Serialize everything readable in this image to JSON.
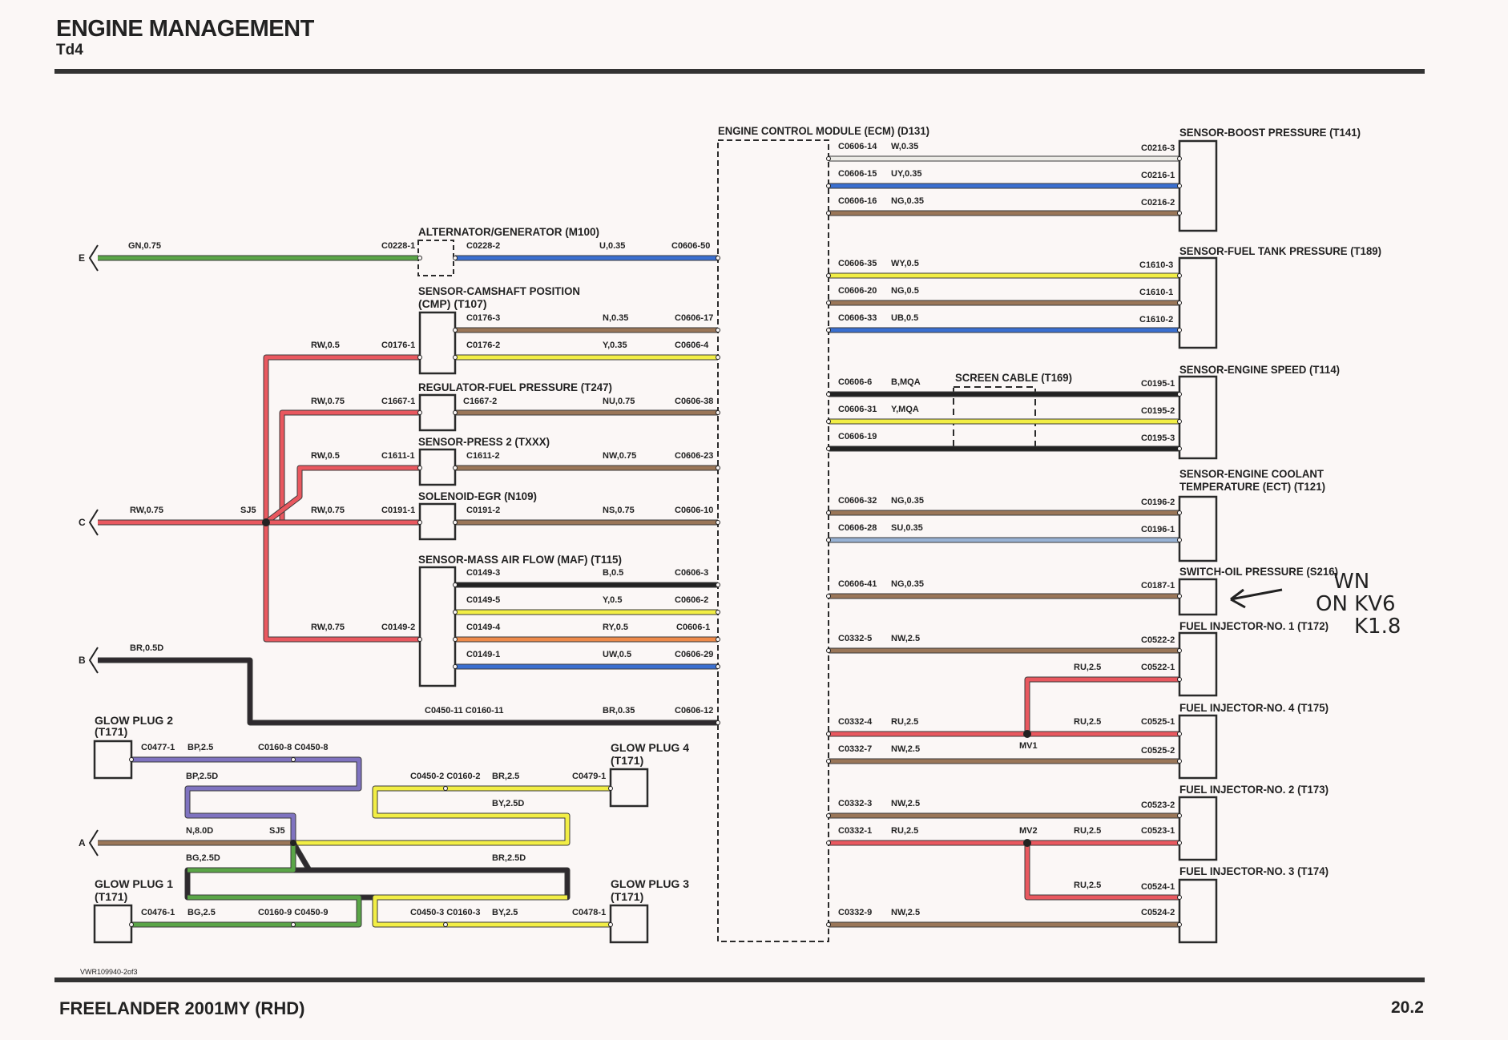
{
  "header": {
    "title": "ENGINE MANAGEMENT",
    "subtitle": "Td4"
  },
  "footer": {
    "model": "FREELANDER 2001MY (RHD)",
    "page": "20.2",
    "ref": "VWR109940-2of3"
  },
  "colors": {
    "G": "#5aa547",
    "U": "#3a6fd0",
    "W": "#ecebe6",
    "Y": "#f2ee45",
    "N": "#9a7658",
    "R": "#e9585f",
    "K": "#222222",
    "P": "#7f73c0",
    "B": "#2e2a2e",
    "S": "#98b2d4",
    "O": "#ee8a4a"
  },
  "components": {
    "ecm": "ENGINE CONTROL MODULE (ECM) (D131)",
    "alternator": "ALTERNATOR/GENERATOR (M100)",
    "camshaft1": "SENSOR-CAMSHAFT POSITION",
    "camshaft2": "(CMP) (T107)",
    "fuel_regulator": "REGULATOR-FUEL PRESSURE (T247)",
    "press2": "SENSOR-PRESS 2 (TXXX)",
    "egr": "SOLENOID-EGR (N109)",
    "maf": "SENSOR-MASS AIR FLOW (MAF) (T115)",
    "glow2a": "GLOW PLUG 2",
    "glow2b": "(T171)",
    "glow1a": "GLOW PLUG 1",
    "glow1b": "(T171)",
    "glow4a": "GLOW PLUG 4",
    "glow4b": "(T171)",
    "glow3a": "GLOW PLUG 3",
    "glow3b": "(T171)",
    "boost": "SENSOR-BOOST PRESSURE (T141)",
    "fuel_tank": "SENSOR-FUEL TANK PRESSURE (T189)",
    "engine_speed": "SENSOR-ENGINE SPEED (T114)",
    "screen_cable": "SCREEN CABLE (T169)",
    "coolant1": "SENSOR-ENGINE COOLANT",
    "coolant2": "TEMPERATURE (ECT) (T121)",
    "oil": "SWITCH-OIL PRESSURE (S216)",
    "inj1": "FUEL INJECTOR-NO. 1 (T172)",
    "inj4": "FUEL INJECTOR-NO. 4 (T175)",
    "inj2": "FUEL INJECTOR-NO. 2 (T173)",
    "inj3": "FUEL INJECTOR-NO. 3 (T174)"
  },
  "supplies": [
    "E",
    "C",
    "B",
    "A"
  ],
  "splices": [
    "SJ5",
    "SJ5",
    "MV1",
    "MV2"
  ],
  "handwritten_note": [
    "WN",
    "ON KV6",
    "K1.8"
  ],
  "left_wires": [
    {
      "color": "G",
      "labels": [
        "GN,0.75",
        "C0228-1"
      ]
    },
    {
      "color": "U",
      "labels": [
        "C0228-2",
        "U,0.35",
        "C0606-50"
      ]
    },
    {
      "color": "N",
      "labels": [
        "C0176-3",
        "N,0.35",
        "C0606-17"
      ]
    },
    {
      "color": "Y",
      "labels": [
        "C0176-2",
        "Y,0.35",
        "C0606-4"
      ]
    },
    {
      "color": "R",
      "labels": [
        "RW,0.5",
        "C0176-1"
      ]
    },
    {
      "color": "N",
      "labels": [
        "C1667-2",
        "NU,0.75",
        "C0606-38"
      ]
    },
    {
      "color": "R",
      "labels": [
        "RW,0.75",
        "C1667-1"
      ]
    },
    {
      "color": "N",
      "labels": [
        "C1611-2",
        "NW,0.75",
        "C0606-23"
      ]
    },
    {
      "color": "R",
      "labels": [
        "RW,0.5",
        "C1611-1"
      ]
    },
    {
      "color": "N",
      "labels": [
        "C0191-2",
        "NS,0.75",
        "C0606-10"
      ]
    },
    {
      "color": "R",
      "labels": [
        "RW,0.75",
        "C0191-1"
      ]
    },
    {
      "color": "R",
      "labels": [
        "RW,0.75"
      ]
    },
    {
      "color": "K",
      "labels": [
        "C0149-3",
        "B,0.5",
        "C0606-3"
      ]
    },
    {
      "color": "Y",
      "labels": [
        "C0149-5",
        "Y,0.5",
        "C0606-2"
      ]
    },
    {
      "color": "O",
      "labels": [
        "C0149-4",
        "RY,0.5",
        "C0606-1"
      ]
    },
    {
      "color": "U",
      "labels": [
        "C0149-1",
        "UW,0.5",
        "C0606-29"
      ]
    },
    {
      "color": "R",
      "labels": [
        "RW,0.75",
        "C0149-2"
      ]
    },
    {
      "color": "B",
      "labels": [
        "BR,0.5D",
        "C0450-11 C0160-11",
        "BR,0.35",
        "C0606-12"
      ]
    },
    {
      "color": "P",
      "labels": [
        "C0477-1",
        "BP,2.5",
        "C0160-8 C0450-8"
      ]
    },
    {
      "color": "P",
      "labels": [
        "BP,2.5D"
      ]
    },
    {
      "color": "Y",
      "labels": [
        "C0450-2 C0160-2",
        "BR,2.5",
        "C0479-1"
      ]
    },
    {
      "color": "Y",
      "labels": [
        "BY,2.5D"
      ]
    },
    {
      "color": "N",
      "labels": [
        "N,8.0D"
      ]
    },
    {
      "color": "B",
      "labels": [
        "BR,2.5D"
      ]
    },
    {
      "color": "G",
      "labels": [
        "BG,2.5D"
      ]
    },
    {
      "color": "G",
      "labels": [
        "C0476-1",
        "BG,2.5",
        "C0160-9 C0450-9"
      ]
    },
    {
      "color": "Y",
      "labels": [
        "C0450-3 C0160-3",
        "BY,2.5",
        "C0478-1"
      ]
    }
  ],
  "right_wires": [
    {
      "color": "W",
      "labels": [
        "C0606-14",
        "W,0.35",
        "C0216-3"
      ]
    },
    {
      "color": "U",
      "labels": [
        "C0606-15",
        "UY,0.35",
        "C0216-1"
      ]
    },
    {
      "color": "N",
      "labels": [
        "C0606-16",
        "NG,0.35",
        "C0216-2"
      ]
    },
    {
      "color": "Y",
      "labels": [
        "C0606-35",
        "WY,0.5",
        "C1610-3"
      ]
    },
    {
      "color": "N",
      "labels": [
        "C0606-20",
        "NG,0.5",
        "C1610-1"
      ]
    },
    {
      "color": "U",
      "labels": [
        "C0606-33",
        "UB,0.5",
        "C1610-2"
      ]
    },
    {
      "color": "K",
      "labels": [
        "C0606-6",
        "B,MQA",
        "C0195-1"
      ]
    },
    {
      "color": "Y",
      "labels": [
        "C0606-31",
        "Y,MQA",
        "C0195-2"
      ]
    },
    {
      "color": "K",
      "labels": [
        "C0606-19",
        "C0195-3"
      ]
    },
    {
      "color": "N",
      "labels": [
        "C0606-32",
        "NG,0.35",
        "C0196-2"
      ]
    },
    {
      "color": "S",
      "labels": [
        "C0606-28",
        "SU,0.35",
        "C0196-1"
      ]
    },
    {
      "color": "N",
      "labels": [
        "C0606-41",
        "NG,0.35",
        "C0187-1"
      ]
    },
    {
      "color": "N",
      "labels": [
        "C0332-5",
        "NW,2.5",
        "C0522-2"
      ]
    },
    {
      "color": "R",
      "labels": [
        "RU,2.5",
        "C0522-1"
      ]
    },
    {
      "color": "R",
      "labels": [
        "C0332-4",
        "RU,2.5",
        "RU,2.5",
        "C0525-1"
      ]
    },
    {
      "color": "N",
      "labels": [
        "C0332-7",
        "NW,2.5",
        "C0525-2"
      ]
    },
    {
      "color": "N",
      "labels": [
        "C0332-3",
        "NW,2.5",
        "C0523-2"
      ]
    },
    {
      "color": "R",
      "labels": [
        "C0332-1",
        "RU,2.5",
        "RU,2.5",
        "C0523-1"
      ]
    },
    {
      "color": "R",
      "labels": [
        "RU,2.5",
        "C0524-1"
      ]
    },
    {
      "color": "N",
      "labels": [
        "C0332-9",
        "NW,2.5",
        "C0524-2"
      ]
    }
  ]
}
